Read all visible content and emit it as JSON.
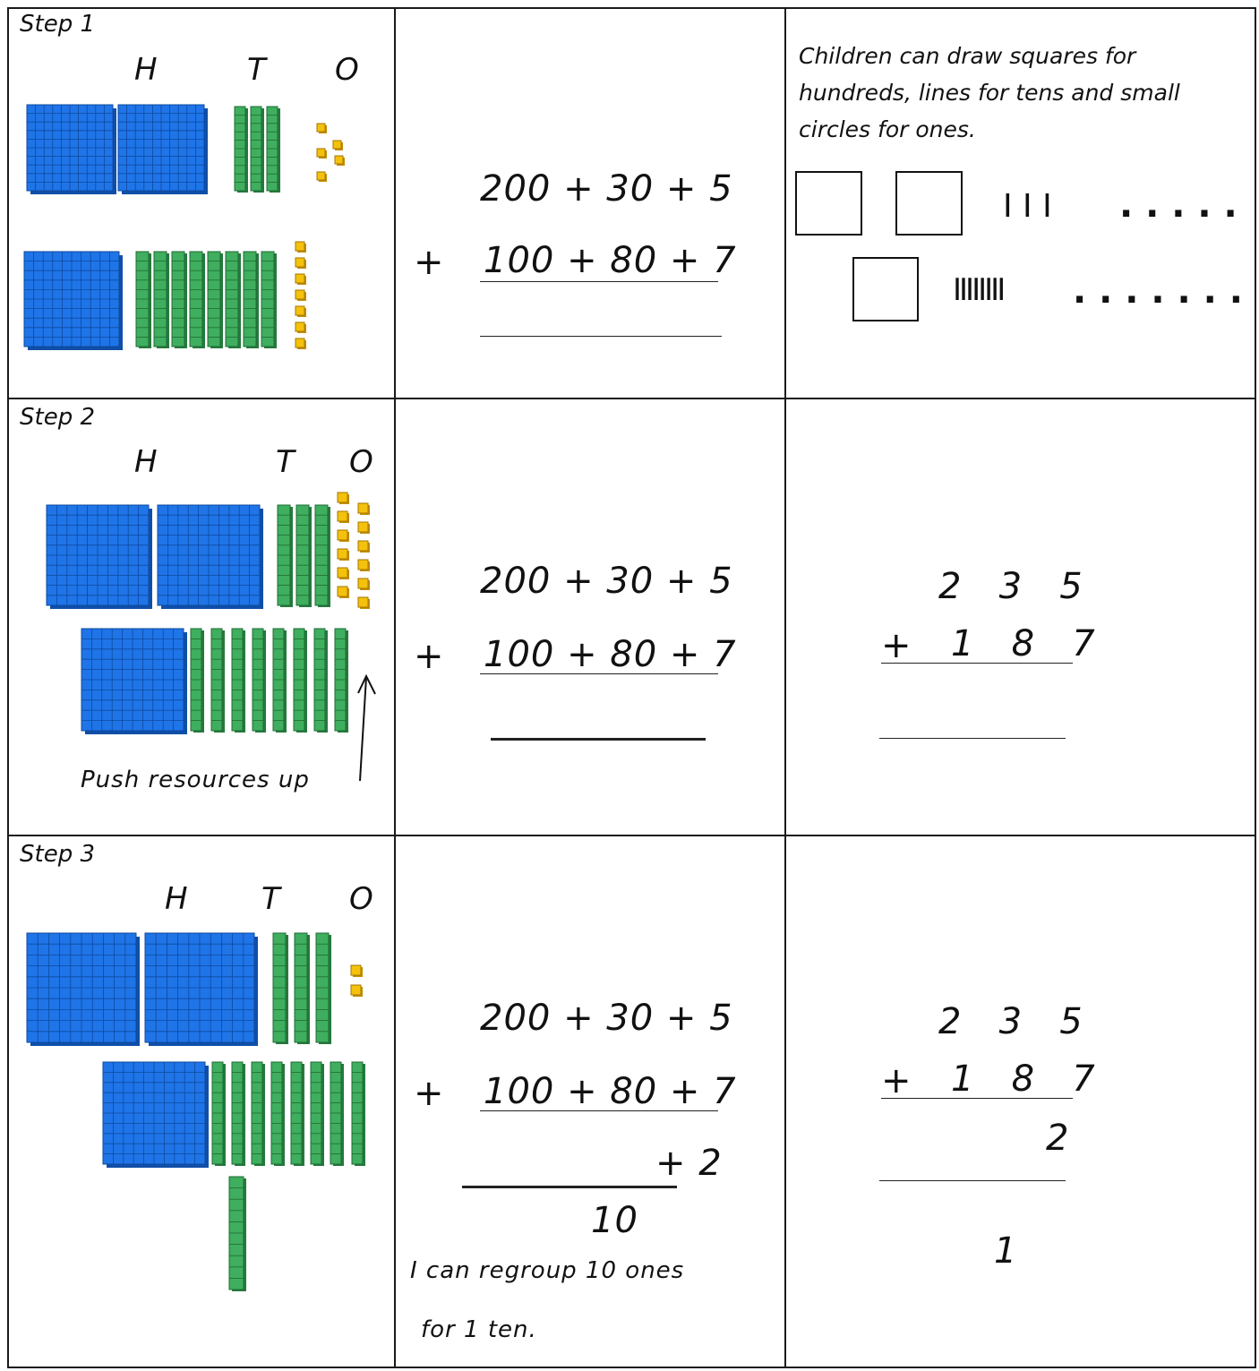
{
  "rows": [
    {
      "step_label": "Step  1",
      "htoh": [
        "H",
        "T",
        "O"
      ],
      "expand_top": "200 + 30 + 5",
      "expand_plus": "+",
      "expand_bottom": "100 + 80 + 7",
      "pictorial_note": "Children can draw squares for hundreds, lines for tens and small circles for ones.",
      "pictorial_tens_top": "I  I  I",
      "pictorial_ones_top": ". . . . .",
      "pictorial_tens_bottom": "IIIIIIII",
      "pictorial_ones_bottom": ". . . . . . ."
    },
    {
      "step_label": "Step 2",
      "htoh": [
        "H",
        "T",
        "O"
      ],
      "expand_top": "200 + 30 + 5",
      "expand_plus": "+",
      "expand_bottom": "100 + 80 + 7",
      "push_note": "Push resources up",
      "column_top": "2   3   5",
      "column_plus": "+",
      "column_bottom": "1   8   7"
    },
    {
      "step_label": "Step 3",
      "htoh": [
        "H",
        "T",
        "O"
      ],
      "expand_top": "200 + 30 + 5",
      "expand_plus": "+",
      "expand_bottom": "100 + 80 + 7",
      "expand_partial": "+ 2",
      "expand_regroup": "10",
      "regroup_note_1": "I can regroup 10 ones",
      "regroup_note_2": "for 1 ten.",
      "column_top": "2   3   5",
      "column_plus": "+",
      "column_bottom": "1   8   7",
      "column_answer": "2",
      "column_carry": "1"
    }
  ],
  "colors": {
    "hundreds": "#1f74e8",
    "tens": "#3fae5e",
    "ones": "#f4c20d",
    "grid": "#1a1a1a"
  },
  "icons": [
    "hundred-flat-block",
    "ten-rod",
    "one-cube",
    "up-arrow-icon"
  ]
}
